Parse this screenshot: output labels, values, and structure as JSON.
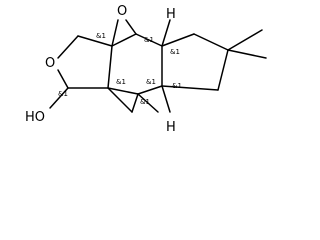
{
  "structure": {
    "atoms": {
      "ring_oxygen": "O",
      "epoxide_oxygen": "O",
      "hydroxyl": "HO",
      "h_top": "H",
      "h_bottom": "H"
    },
    "stereo_labels": [
      "&1",
      "&1",
      "&1",
      "&1",
      "&1",
      "&1",
      "&1",
      "&1"
    ]
  }
}
